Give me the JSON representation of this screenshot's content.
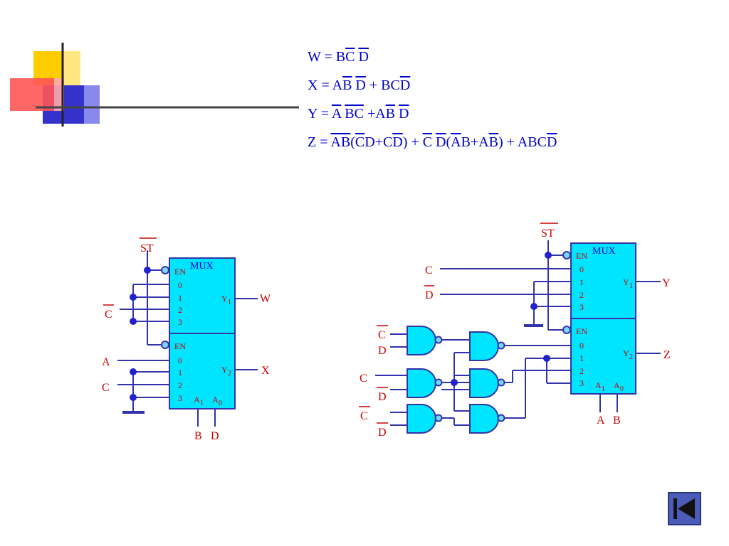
{
  "equations": [
    [
      [
        "W = B",
        0
      ],
      [
        "C",
        1
      ],
      [
        " ",
        0
      ],
      [
        "D",
        1
      ]
    ],
    [
      [
        "X = A",
        0
      ],
      [
        "B",
        1
      ],
      [
        " ",
        0
      ],
      [
        "D",
        1
      ],
      [
        " + BC",
        0
      ],
      [
        "D",
        1
      ]
    ],
    [
      [
        "Y = ",
        0
      ],
      [
        "A",
        1
      ],
      [
        " ",
        0
      ],
      [
        "BC",
        1
      ],
      [
        " +A",
        0
      ],
      [
        "B",
        1
      ],
      [
        " ",
        0
      ],
      [
        "D",
        1
      ]
    ],
    [
      [
        "Z = ",
        0
      ],
      [
        "AB",
        1
      ],
      [
        "(",
        0
      ],
      [
        "C",
        1
      ],
      [
        "D+C",
        0
      ],
      [
        "D",
        1
      ],
      [
        ") + ",
        0
      ],
      [
        "C",
        1
      ],
      [
        " ",
        0
      ],
      [
        "D",
        1
      ],
      [
        "(",
        0
      ],
      [
        "A",
        1
      ],
      [
        "B+A",
        0
      ],
      [
        "B",
        1
      ],
      [
        ") + ABC",
        0
      ],
      [
        "D",
        1
      ]
    ]
  ],
  "left_mux": {
    "title": "MUX",
    "st": "ST",
    "en": "EN",
    "inputs": [
      "0",
      "1",
      "2",
      "3"
    ],
    "y1": "Y",
    "y1_sub": "1",
    "y2": "Y",
    "y2_sub": "2",
    "a1": "A",
    "a1_sub": "1",
    "a0": "A",
    "a0_sub": "0",
    "in_c_bar": "C",
    "in_a": "A",
    "in_c": "C",
    "out_w": "W",
    "out_x": "X",
    "sel_b": "B",
    "sel_d": "D"
  },
  "right_mux": {
    "title": "MUX",
    "st": "ST",
    "en": "EN",
    "inputs": [
      "0",
      "1",
      "2",
      "3"
    ],
    "y1": "Y",
    "y1_sub": "1",
    "y2": "Y",
    "y2_sub": "2",
    "a1": "A",
    "a1_sub": "1",
    "a0": "A",
    "a0_sub": "0",
    "in_c": "C",
    "in_d_bar": "D",
    "out_y": "Y",
    "out_z": "Z",
    "sel_a": "A",
    "sel_b": "B",
    "g1_in1": "C",
    "g1_in2": "D",
    "g2_in1": "C",
    "g2_in2": "D",
    "g3_in1": "C",
    "g3_in2": "D"
  },
  "colors": {
    "wire": "#3333aa",
    "box": "#00e5ff",
    "label": "#cc0000",
    "text": "#0000cc",
    "dot": "#2222cc"
  }
}
